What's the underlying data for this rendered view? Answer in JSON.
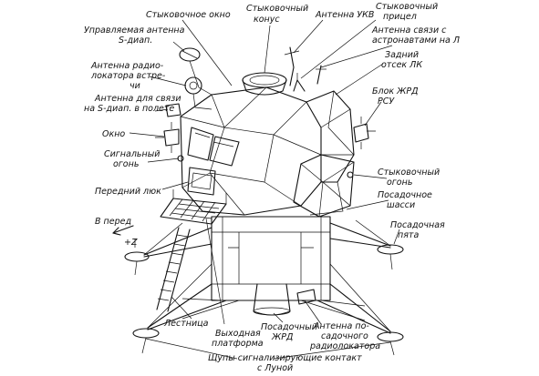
{
  "labels": {
    "docking_window": "Стыковочное окно",
    "docking_cone": [
      "Стыковочный",
      "конус"
    ],
    "vhf_antenna": "Антенна УКВ",
    "docking_sight": [
      "Стыковочный",
      "прицел"
    ],
    "csm_antenna": [
      "Антенна связи с",
      "астронавтами на Л"
    ],
    "steerable_s_antenna": [
      "Управляемая антенна",
      "S-диап."
    ],
    "rendezvous_radar": [
      "Антенна радио-",
      "локатора встре-",
      "чи"
    ],
    "aft_compartment": [
      "Задний",
      "отсек ЛК"
    ],
    "s_band_flight": [
      "Антенна для связи",
      "на S-диап. в полете"
    ],
    "rcs_block": [
      "Блок ЖРД",
      "РСУ"
    ],
    "window": "Окно",
    "signal_light": [
      "Сигнальный",
      "огонь"
    ],
    "front_hatch": "Передний люк",
    "docking_light": [
      "Стыковочный",
      "огонь"
    ],
    "landing_gear": [
      "Посадочное",
      "шасси"
    ],
    "forward": "В перед",
    "landing_pad": [
      "Посадочная",
      "пята"
    ],
    "plus_z": "+Z",
    "ladder": "Лестница",
    "exit_platform": [
      "Выходная",
      "платформа"
    ],
    "descent_engine": [
      "Посадочный",
      "ЖРД"
    ],
    "landing_radar": [
      "Антенна по-",
      "садочного",
      "радиолокатора"
    ],
    "contact_probes": [
      "Щупы сигнализирующие контакт",
      "с Луной"
    ]
  }
}
